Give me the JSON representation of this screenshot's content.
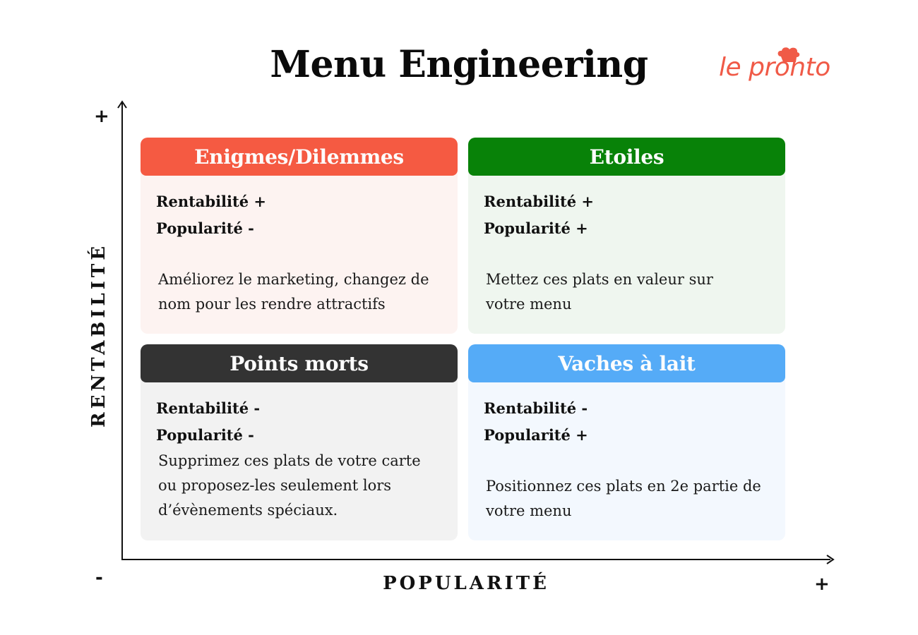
{
  "header": {
    "title": "Menu Engineering",
    "logo_text": "le pronto",
    "logo_icon": "chef-hat-icon"
  },
  "colors": {
    "brand": "#f05a47",
    "enigmes_header": "#f55a42",
    "enigmes_bg": "#fdf3f1",
    "etoiles_header": "#088208",
    "etoiles_bg": "#eff6ef",
    "points_morts_header": "#333333",
    "points_morts_bg": "#f2f2f2",
    "vaches_header": "#55abf7",
    "vaches_bg": "#f3f8fe"
  },
  "axes": {
    "y_label": "RENTABILITÉ",
    "x_label": "POPULARITÉ",
    "y_plus": "+",
    "x_plus": "+",
    "origin_minus": "-"
  },
  "quadrants": [
    {
      "id": "enigmes",
      "title": "Enigmes/Dilemmes",
      "rentabilite": "Rentabilité +",
      "popularite": "Popularité -",
      "advice": "Améliorez le marketing, changez de nom pour les rendre attractifs"
    },
    {
      "id": "etoiles",
      "title": "Etoiles",
      "rentabilite": "Rentabilité +",
      "popularite": "Popularité +",
      "advice": "Mettez ces plats en valeur sur votre menu"
    },
    {
      "id": "points-morts",
      "title": "Points morts",
      "rentabilite": "Rentabilité -",
      "popularite": "Popularité -",
      "advice": "Supprimez ces plats de votre carte ou proposez-les seulement lors d’évènements spéciaux."
    },
    {
      "id": "vaches",
      "title": "Vaches à lait",
      "rentabilite": "Rentabilité -",
      "popularite": "Popularité +",
      "advice": "Positionnez ces plats en 2e partie de votre menu"
    }
  ]
}
